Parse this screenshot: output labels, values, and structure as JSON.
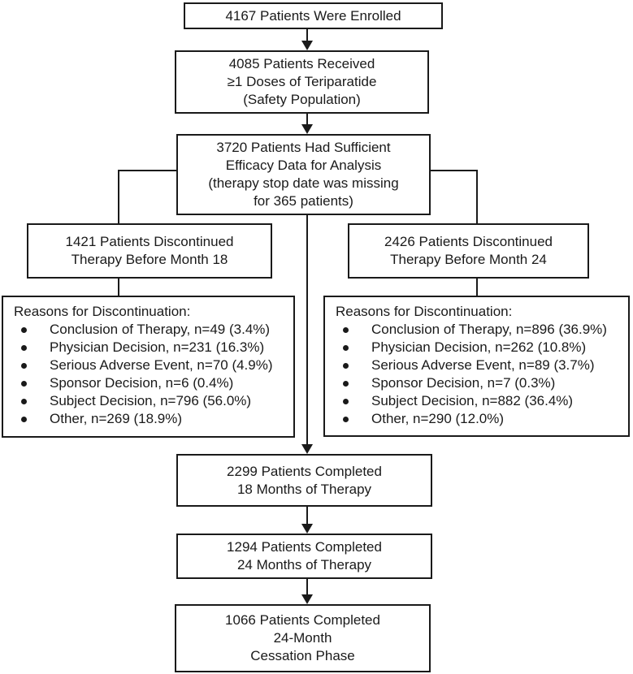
{
  "diagram": {
    "boxes": {
      "enrolled": {
        "lines": [
          "4167 Patients Were Enrolled"
        ]
      },
      "safety": {
        "lines": [
          "4085 Patients Received",
          "≥1 Doses of Teriparatide",
          "(Safety Population)"
        ]
      },
      "efficacy": {
        "lines": [
          "3720 Patients Had Sufficient",
          "Efficacy Data for Analysis",
          "(therapy stop date was missing",
          "for 365 patients)"
        ]
      },
      "disc18": {
        "lines": [
          "1421 Patients Discontinued",
          "Therapy Before Month 18"
        ]
      },
      "disc24": {
        "lines": [
          "2426 Patients Discontinued",
          "Therapy Before Month 24"
        ]
      },
      "reasons18": {
        "title": "Reasons for Discontinuation:",
        "items": [
          "Conclusion of Therapy, n=49 (3.4%)",
          "Physician Decision, n=231 (16.3%)",
          "Serious Adverse Event, n=70 (4.9%)",
          "Sponsor Decision, n=6 (0.4%)",
          "Subject Decision, n=796 (56.0%)",
          "Other, n=269 (18.9%)"
        ]
      },
      "reasons24": {
        "title": "Reasons for Discontinuation:",
        "items": [
          "Conclusion of Therapy, n=896 (36.9%)",
          "Physician Decision, n=262 (10.8%)",
          "Serious Adverse Event, n=89 (3.7%)",
          "Sponsor Decision, n=7 (0.3%)",
          "Subject Decision, n=882 (36.4%)",
          "Other, n=290 (12.0%)"
        ]
      },
      "completed18": {
        "lines": [
          "2299 Patients Completed",
          "18 Months of Therapy"
        ]
      },
      "completed24": {
        "lines": [
          "1294 Patients Completed",
          "24 Months of Therapy"
        ]
      },
      "cessation": {
        "lines": [
          "1066 Patients Completed",
          "24-Month",
          "Cessation Phase"
        ]
      }
    },
    "colors": {
      "border": "#1a1a1a",
      "text": "#1a1a1a",
      "background": "#ffffff"
    }
  }
}
